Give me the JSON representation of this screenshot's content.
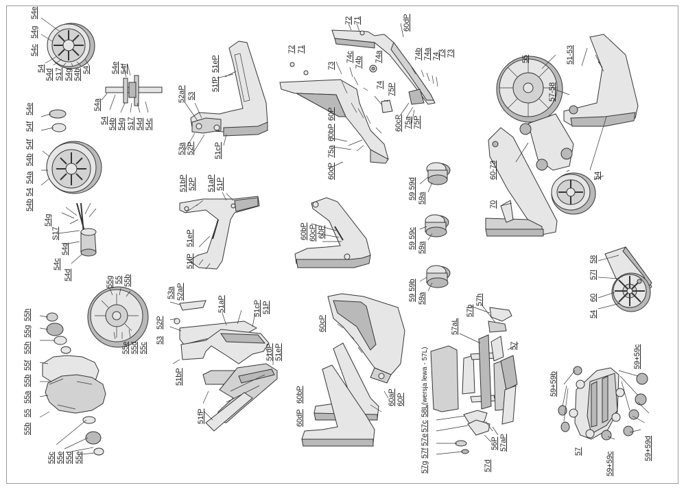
{
  "labels": {
    "g1_54e": "54e",
    "g1_54g": "54g",
    "g1_54c": "54c",
    "g1_54": "54",
    "g1_54d": "54d",
    "g1_S17": "S17",
    "g1_54gb": "54g",
    "g1_54b": "54b",
    "g1_54a": "54",
    "g2_54e": "54e",
    "g2_54f": "54f",
    "g2_54a": "54a",
    "g2_54": "54",
    "g2_54b": "54b",
    "g2_54g": "54g",
    "g2_S17": "S17",
    "g2_54d": "54d",
    "g2_54c": "54c",
    "g3_54e": "54e",
    "g3_54f": "54f",
    "g3_54f2": "54f",
    "g3_54b": "54b",
    "g3_54a": "54a",
    "g3_54": "54",
    "g3_54b2": "54b",
    "g4_54g": "54g",
    "g4_S17": "S17",
    "g4_54d": "54d",
    "g4_54c": "54c",
    "g4_54d2": "54d",
    "g5_55h": "55h",
    "g5_55g": "55g",
    "g5_55h2": "55h",
    "g5_55f": "55f",
    "g5_55b": "55b",
    "g5_55a": "55a",
    "g5_55": "55",
    "g5_55b2": "55b",
    "g5_55c": "55c",
    "g5_55e": "55e",
    "g5_55d": "55d",
    "g5_55e2": "55e",
    "g6_55g": "55g",
    "g6_55": "55",
    "g6_55b": "55b",
    "g6_55e": "55e",
    "g6_55d": "55d",
    "g6_55c": "55c",
    "g7_52aP": "52aP",
    "g7_53": "53",
    "g7_51fP": "51fP",
    "g7_51eP": "51eP",
    "g7_53a": "53a",
    "g7_52P": "52P",
    "g7_51cP": "51cP",
    "g8_51bP": "51bP",
    "g8_52P": "52P",
    "g8_51aP": "51aP",
    "g8_51P": "51P",
    "g8_51eP": "51eP",
    "g8_51fP": "51fP",
    "g9_53a": "53a",
    "g9_52aP": "52aP",
    "g9_52P": "52P",
    "g9_53": "53",
    "g9_51aP": "51aP",
    "g9_51cP": "51cP",
    "g9_51P": "51P",
    "g9_51bP": "51bP",
    "g9_51dP": "51dP",
    "g9_51eP": "51eP",
    "g9_51fP": "51fP",
    "g10_72": "72",
    "g10_71": "71",
    "g10_73": "73",
    "g10_74c": "74c",
    "g10_74b": "74b",
    "g10_74a": "74a",
    "g10_74": "74",
    "g10_75P": "75P",
    "g10_60P": "60P",
    "g10_60bP": "60bP",
    "g10_75a": "75a",
    "g10_60cP": "60cP",
    "g11_72": "72",
    "g11_71": "71",
    "g11_60dP": "60dP",
    "g11_74b": "74b",
    "g11_74a": "74a",
    "g11_74": "74",
    "g11_73a": "73",
    "g11_73b": "73",
    "g11_60cP": "60cP",
    "g11_75a": "75a",
    "g11_75P": "75P",
    "g12_60bP": "60bP",
    "g12_60cP": "60cP",
    "g12_60P": "60P",
    "g13_60cP": "60cP",
    "g13_60dP": "60dP",
    "g13_60bP": "60bP",
    "g13_60aP": "60aP",
    "g13_60P": "60P",
    "g14_59d": "59 59d",
    "g14_59a": "59a",
    "g14_59c": "59 59c",
    "g14_59a2": "59a",
    "g14_59b": "59 59b",
    "g14_59a3": "59a",
    "g15_55": "55",
    "g15_5153": "51-53",
    "g15_5758": "57-58",
    "g15_6073": "60-73",
    "g15_70": "70",
    "g15_54": "54",
    "g16_58": "58",
    "g16_57l": "57l",
    "g16_54": "54",
    "g16_60": "60",
    "g17_57h": "57h",
    "g17_57b": "57b",
    "g17_57aL": "57aL",
    "g17_57": "57",
    "g17_wersja": "(wersja lewa - 57L)",
    "g17_58L": "58L",
    "g17_57c": "57c",
    "g17_57e": "57e",
    "g17_57f": "57f",
    "g17_57g": "57g",
    "g17_56P": "56P",
    "g17_57aP": "57aP",
    "g17_57d": "57d",
    "g18_5959b": "59+59b",
    "g18_5959c": "59+59c",
    "g18_57": "57",
    "g18_5959c2": "59+59c",
    "g18_5959d": "59+59d"
  },
  "colors": {
    "line": "#333333",
    "fill": "#e6e6e6",
    "fill_dark": "#b9b9b9",
    "fill_mid": "#d2d2d2"
  }
}
